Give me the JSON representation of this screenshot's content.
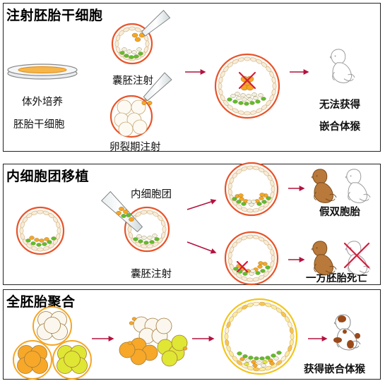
{
  "panel1": {
    "title": "注射胚胎干细胞",
    "culture_label": [
      "体外培养",
      "胚胎干细胞"
    ],
    "blastocyst_label": "囊胚注射",
    "cleavage_label": "卵裂期注射",
    "result_label": [
      "无法获得",
      "嵌合体猴"
    ]
  },
  "panel2": {
    "title": "内细胞团移植",
    "icm_label": "内细胞团",
    "blastocyst_label": "囊胚注射",
    "result_top": "假双胞胎",
    "result_bottom": "一方胚胎死亡"
  },
  "panel3": {
    "title": "全胚胎聚合",
    "result_label": "获得嵌合体猴"
  },
  "colors": {
    "zona": "#e8542a",
    "trophoblast": "#f7ecd8",
    "icm_green": "#5cbf2a",
    "es_orange": "#f5a623",
    "arrow": "#b3123f",
    "cross": "#d81b3c",
    "monkey_brown": "#b8793a"
  }
}
